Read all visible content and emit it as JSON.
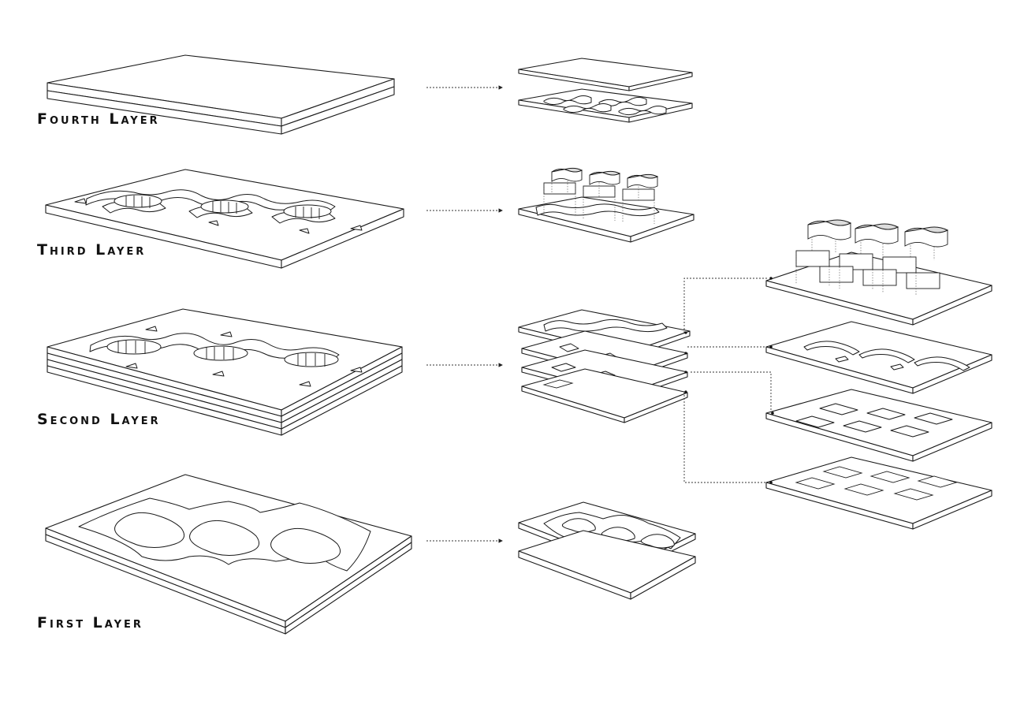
{
  "layers": {
    "fourth": {
      "label": "Fourth Layer"
    },
    "third": {
      "label": "Third Layer"
    },
    "second": {
      "label": "Second Layer"
    },
    "first": {
      "label": "First Layer"
    }
  }
}
